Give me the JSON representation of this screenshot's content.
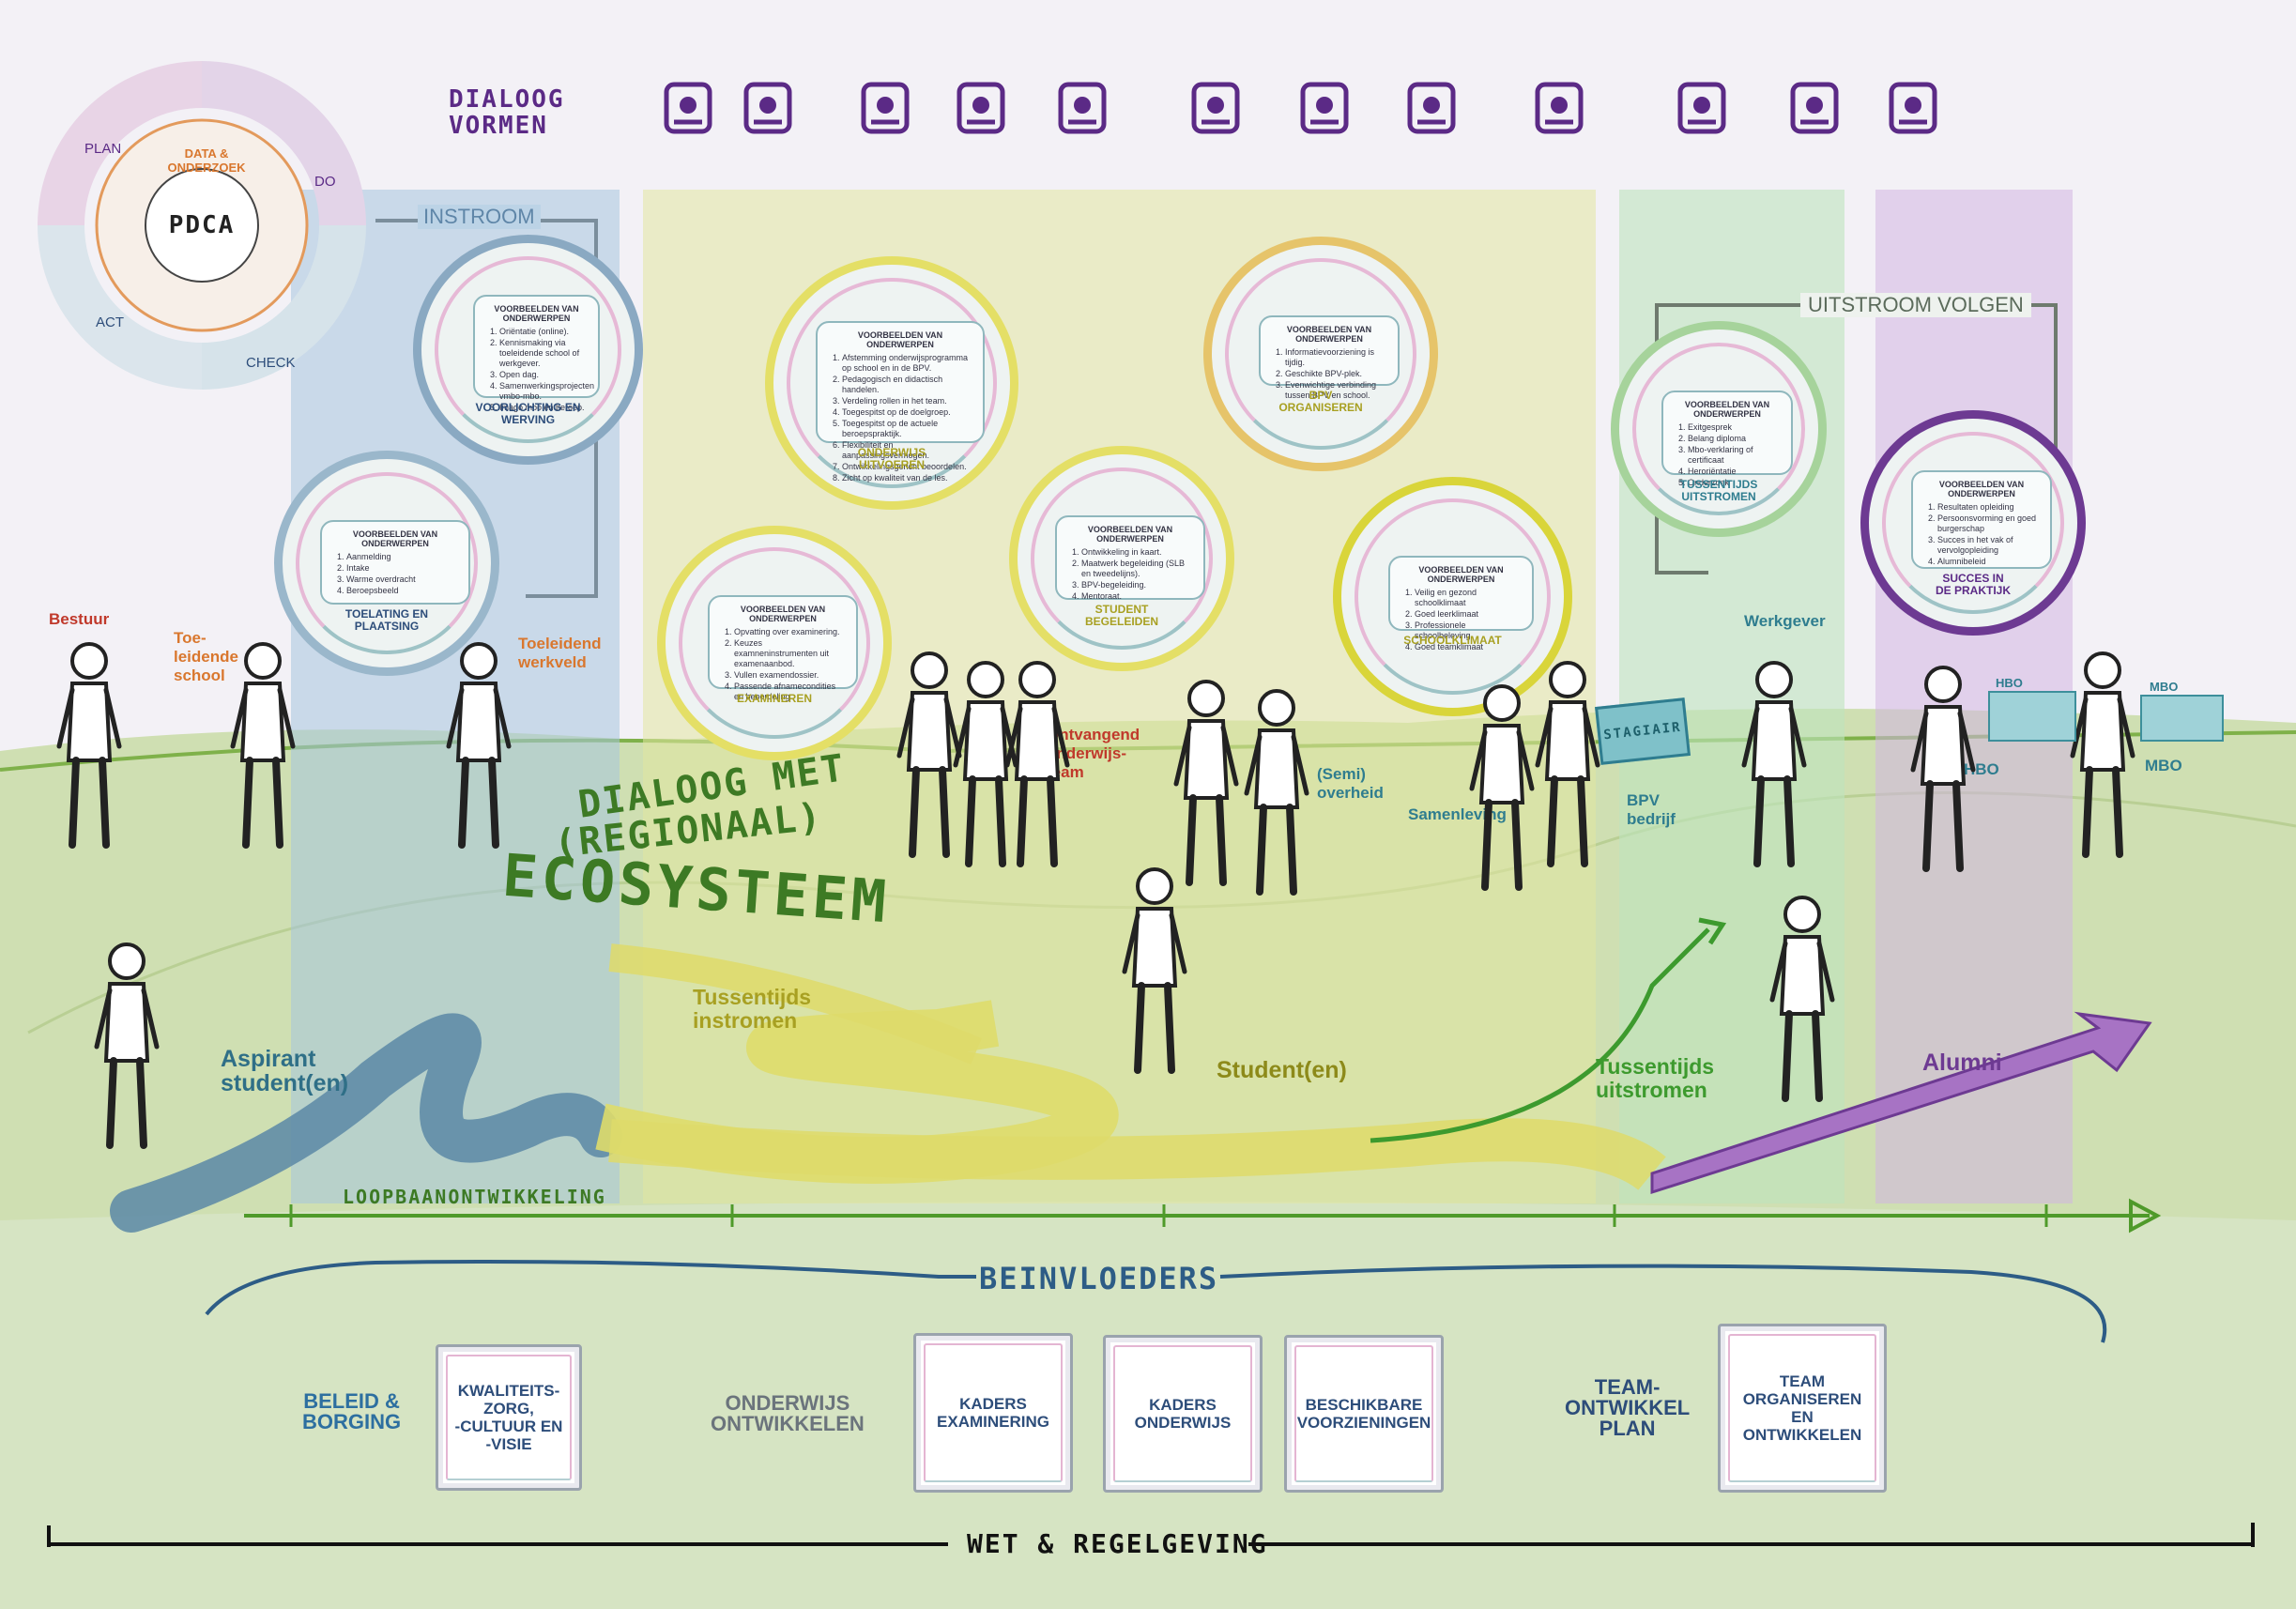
{
  "header": {
    "dialoog_vormen": "DIALOOG\nVORMEN",
    "icons": [
      "checklist-icon",
      "speech-bubble-icon",
      "microphone-icon",
      "flipchart-icon",
      "presentation-icon",
      "form-icon",
      "network-icon",
      "dialogue-bubbles-icon",
      "laptop-icon",
      "observe-icon",
      "question-person-icon",
      "feedback-icon"
    ]
  },
  "pdca": {
    "center": "PDCA",
    "inner": "DATA &\nONDERZOEK",
    "plan": "PLAN",
    "do": "DO",
    "check": "CHECK",
    "act": "ACT"
  },
  "phases": {
    "instroom": "INSTROOM",
    "uitstroom": "UITSTROOM VOLGEN"
  },
  "circles": [
    {
      "id": "voorlichting",
      "title": "VOORLICHTING EN\nWERVING",
      "head": "VOORBEELDEN VAN ONDERWERPEN",
      "items": [
        "Oriëntatie (online).",
        "Kennismaking via toeleidende school of werkgever.",
        "Open dag.",
        "Samenwerkingsprojecten vmbo-mbo.",
        "Imago mbo en beroep."
      ]
    },
    {
      "id": "toelating",
      "title": "TOELATING EN\nPLAATSING",
      "head": "VOORBEELDEN VAN ONDERWERPEN",
      "items": [
        "Aanmelding",
        "Intake",
        "Warme overdracht",
        "Beroepsbeeld"
      ]
    },
    {
      "id": "onderwijs",
      "title": "ONDERWIJS\nUITVOEREN",
      "head": "VOORBEELDEN VAN ONDERWERPEN",
      "items": [
        "Afstemming onderwijsprogramma op school en in de BPV.",
        "Pedagogisch en didactisch handelen.",
        "Verdeling rollen in het team.",
        "Toegespitst op de doelgroep.",
        "Toegespitst op de actuele beroepspraktijk.",
        "Flexibiliteit en aanpassingsvermogen.",
        "Ontwikkelingsgericht beoordelen.",
        "Zicht op kwaliteit van de les."
      ]
    },
    {
      "id": "examineren",
      "title": "EXAMINEREN",
      "head": "VOORBEELDEN VAN ONDERWERPEN",
      "items": [
        "Opvatting over examinering.",
        "Keuzes examneninstrumenten uit examenaanbod.",
        "Vullen examendossier.",
        "Passende afnamecondities en beoordeling."
      ]
    },
    {
      "id": "begeleiden",
      "title": "STUDENT\nBEGELEIDEN",
      "head": "VOORBEELDEN VAN ONDERWERPEN",
      "items": [
        "Ontwikkeling in kaart.",
        "Maatwerk begeleiding (SLB en tweedelijns).",
        "BPV-begeleiding.",
        "Mentoraat."
      ]
    },
    {
      "id": "bpv",
      "title": "BPV\nORGANISEREN",
      "head": "VOORBEELDEN VAN ONDERWERPEN",
      "items": [
        "Informatievoorziening is tijdig.",
        "Geschikte BPV-plek.",
        "Evenwichtige verbinding tussen BPV en school."
      ]
    },
    {
      "id": "schoolklimaat",
      "title": "SCHOOLKLIMAAT",
      "head": "VOORBEELDEN VAN ONDERWERPEN",
      "items": [
        "Veilig en gezond schoolklimaat",
        "Goed leerklimaat",
        "Professionele schoolbeleving",
        "Goed teamklimaat"
      ]
    },
    {
      "id": "tussentijds",
      "title": "TUSSENTIJDS\nUITSTROMEN",
      "head": "VOORBEELDEN VAN ONDERWERPEN",
      "items": [
        "Exitgesprek",
        "Belang diploma",
        "Mbo-verklaring of certificaat",
        "Heroriëntatie",
        "Onderzoek"
      ]
    },
    {
      "id": "succes",
      "title": "SUCCES IN\nDE PRAKTIJK",
      "head": "VOORBEELDEN VAN ONDERWERPEN",
      "items": [
        "Resultaten opleiding",
        "Persoonsvorming en goed burgerschap",
        "Succes in het vak of vervolgopleiding",
        "Alumnibeleid"
      ]
    }
  ],
  "actors": {
    "bestuur": "Bestuur",
    "toeleidende_school": "Toe-\nleidende\nschool",
    "toeleidend_werkveld": "Toeleidend\nwerkveld",
    "ontvangend": "Ontvangend\nonderwijs-\nteam",
    "overheid": "(Semi)\noverheid",
    "samenleving": "Samenleving",
    "bpv_bedrijf": "BPV\nbedrijf",
    "werkgever": "Werkgever",
    "hbo": "HBO",
    "mbo": "MBO",
    "stagiair_sign": "STAGIAIR",
    "hbo_sign": "HBO",
    "mbo_sign": "MBO"
  },
  "ecosystem": {
    "line1": "DIALOOG MET",
    "line2": "(REGIONAAL)",
    "line3": "ECOSYSTEEM"
  },
  "journey": {
    "aspirant": "Aspirant\nstudent(en)",
    "tussentijds_in": "Tussentijds\ninstromen",
    "student": "Student(en)",
    "tussentijds_uit": "Tussentijds\nuitstromen",
    "alumni": "Alumni",
    "loopbaan": "LOOPBAANONTWIKKELING"
  },
  "beinvloeders": {
    "title": "BEINVLOEDERS",
    "beleid": "BELEID &\nBORGING",
    "onderwijs_ontw": "ONDERWIJS\nONTWIKKELEN",
    "team_plan": "TEAM-\nONTWIKKEL\nPLAN",
    "cards": {
      "kwaliteit": "KWALITEITS-\nZORG,\n-CULTUUR EN\n-VISIE",
      "examinering": "KADERS\nEXAMINERING",
      "onderwijs": "KADERS\nONDERWIJS",
      "voorzieningen": "BESCHIKBARE\nVOORZIENINGEN",
      "team": "TEAM\nORGANISEREN\nEN\nONTWIKKELEN"
    }
  },
  "wet": "WET & REGELGEVING",
  "colors": {
    "purple": "#5b2a86",
    "blue": "#3f7b94",
    "green": "#3d7a24",
    "lime": "#c9c21a",
    "orange": "#d9772e",
    "red": "#c0392b",
    "teal": "#2f8a9b"
  }
}
